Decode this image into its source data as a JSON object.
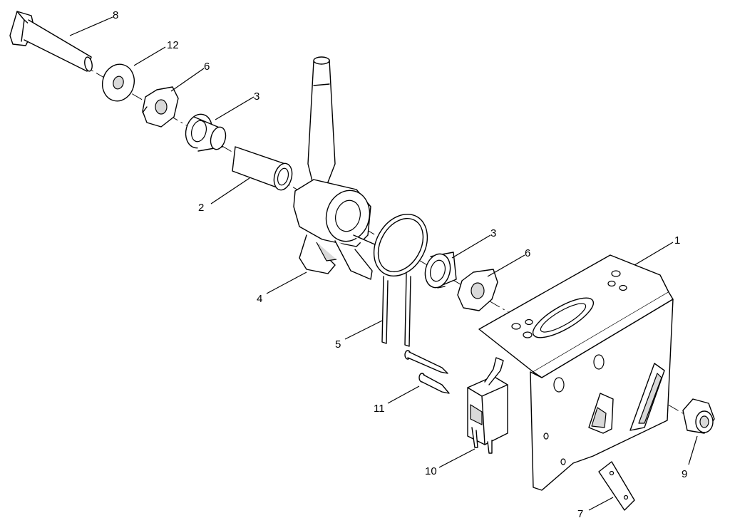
{
  "callouts": [
    {
      "id": "c1",
      "label": "1"
    },
    {
      "id": "c2",
      "label": "2"
    },
    {
      "id": "c3a",
      "label": "3"
    },
    {
      "id": "c3b",
      "label": "3"
    },
    {
      "id": "c4",
      "label": "4"
    },
    {
      "id": "c5",
      "label": "5"
    },
    {
      "id": "c6a",
      "label": "6"
    },
    {
      "id": "c6b",
      "label": "6"
    },
    {
      "id": "c7",
      "label": "7"
    },
    {
      "id": "c8",
      "label": "8"
    },
    {
      "id": "c9",
      "label": "9"
    },
    {
      "id": "c10",
      "label": "10"
    },
    {
      "id": "c11",
      "label": "11"
    },
    {
      "id": "c12",
      "label": "12"
    }
  ]
}
